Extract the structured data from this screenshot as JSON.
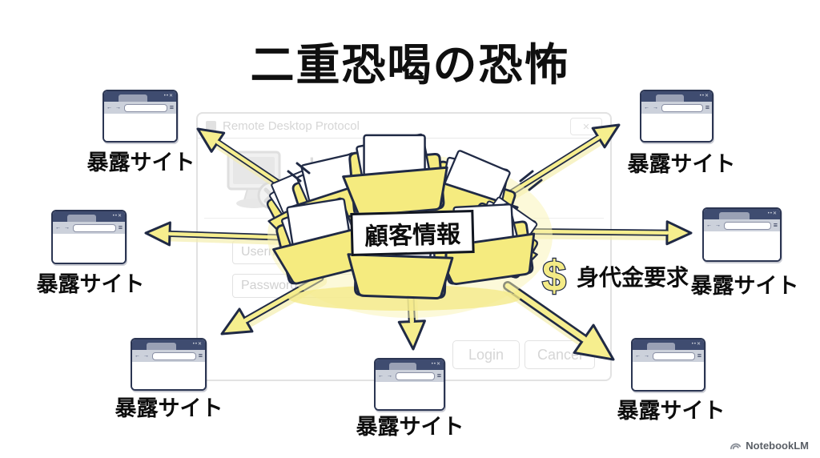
{
  "title": "二重恐喝の恐怖",
  "colors": {
    "arrow_yellow": "#f6ee8e",
    "outline_navy": "#202a45",
    "folder_yellow": "#f5eb7f",
    "browser_bar_navy": "#3f4c70",
    "faded_gray": "#cfcfcf",
    "label_black": "#0d0d0d"
  },
  "rdp_window": {
    "title": "Remote Desktop Protocol",
    "close_icon": "✕",
    "heading": "Login",
    "username_placeholder": "Username",
    "password_placeholder": "Password",
    "login_button": "Login",
    "cancel_button": "Cancel"
  },
  "center": {
    "label": "顧客情報"
  },
  "ransom": {
    "dollar": "$",
    "text": "身代金要求"
  },
  "browser_chrome": {
    "controls": "••✕",
    "nav": "← →",
    "menu": "≡"
  },
  "leak_sites": [
    {
      "label": "暴露サイト"
    },
    {
      "label": "暴露サイト"
    },
    {
      "label": "暴露サイト"
    },
    {
      "label": "暴露サイト"
    },
    {
      "label": "暴露サイト"
    },
    {
      "label": "暴露サイト"
    },
    {
      "label": "暴露サイト"
    }
  ],
  "watermark": "NotebookLM"
}
